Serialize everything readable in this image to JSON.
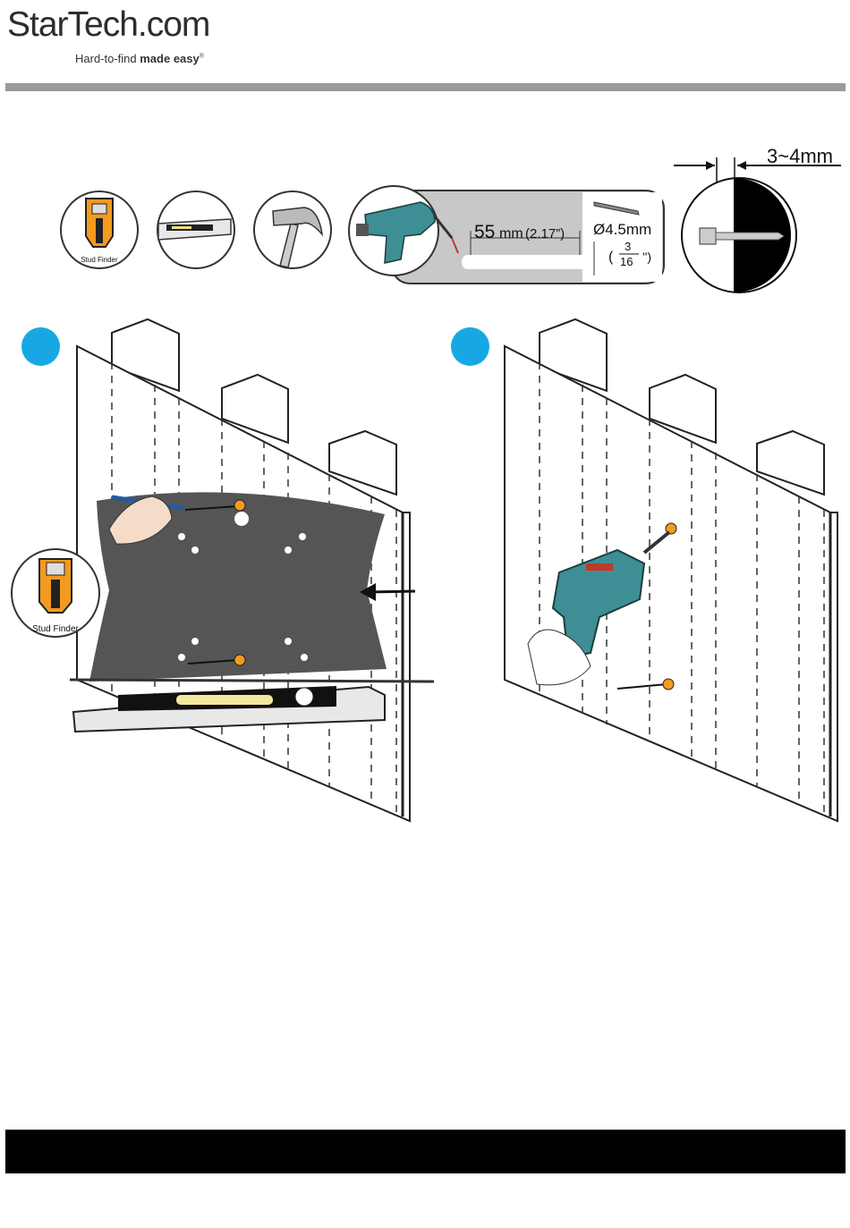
{
  "logo": {
    "brand": "StarTech.com",
    "tagline_regular": "Hard-to-find ",
    "tagline_bold": "made easy",
    "tagline_mark": "®"
  },
  "tools": {
    "stud_finder_label": "Stud Finder",
    "drill_depth_value": "55",
    "drill_depth_unit": "mm",
    "drill_depth_imperial": "(2.17”)",
    "bit_diameter": "Ø4.5mm",
    "bit_fraction_open": "(",
    "bit_fraction_num": "3",
    "bit_fraction_den": "16",
    "bit_fraction_close": "'')",
    "screw_gap": "3~4mm"
  },
  "steps": [
    {
      "stud_finder_label": "Stud Finder"
    },
    {}
  ],
  "colors": {
    "step_marker": "#17a8e3",
    "header_bar": "#9a9a9a",
    "footer_bar": "#000000",
    "stud_finder": "#f39a1f",
    "drill_body": "#3d8f95"
  }
}
